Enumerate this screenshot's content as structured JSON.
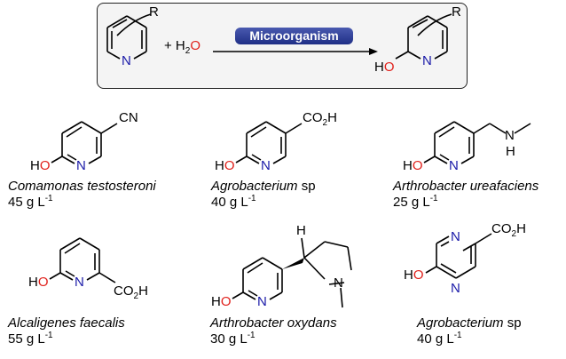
{
  "scheme": {
    "reactant_r": "R",
    "reactant_n": "N",
    "plus": "+ H",
    "water_sub": "2",
    "water_o": "O",
    "badge": "Microorganism",
    "product_r": "R",
    "product_n": "N",
    "product_ho": "HO"
  },
  "compounds": [
    {
      "substituent": "CN",
      "ho": "HO",
      "n": "N",
      "organism": "Comamonas testosteroni",
      "organism_suffix": "",
      "yield": "45 g L",
      "yield_exp": "-1"
    },
    {
      "substituent": "CO",
      "sub_2": "2",
      "sub_h": "H",
      "ho": "HO",
      "n": "N",
      "organism": "Agrobacterium",
      "organism_suffix": " sp",
      "yield": "40 g L",
      "yield_exp": "-1"
    },
    {
      "nh": "N",
      "nh_h": "H",
      "ho": "HO",
      "n": "N",
      "organism": "Arthrobacter ureafaciens",
      "organism_suffix": "",
      "yield": "25 g L",
      "yield_exp": "-1"
    },
    {
      "substituent": "CO",
      "sub_2": "2",
      "sub_h": "H",
      "ho": "HO",
      "n": "N",
      "organism": "Alcaligenes faecalis",
      "organism_suffix": "",
      "yield": "55 g L",
      "yield_exp": "-1"
    },
    {
      "h": "H",
      "pyr_n": "N",
      "ho": "HO",
      "n": "N",
      "organism": "Arthrobacter oxydans",
      "organism_suffix": "",
      "yield": "30 g L",
      "yield_exp": "-1"
    },
    {
      "substituent": "CO",
      "sub_2": "2",
      "sub_h": "H",
      "ho": "HO",
      "n_top": "N",
      "n_bot": "N",
      "organism": "Agrobacterium",
      "organism_suffix": " sp",
      "yield": "40 g L",
      "yield_exp": "-1"
    }
  ]
}
